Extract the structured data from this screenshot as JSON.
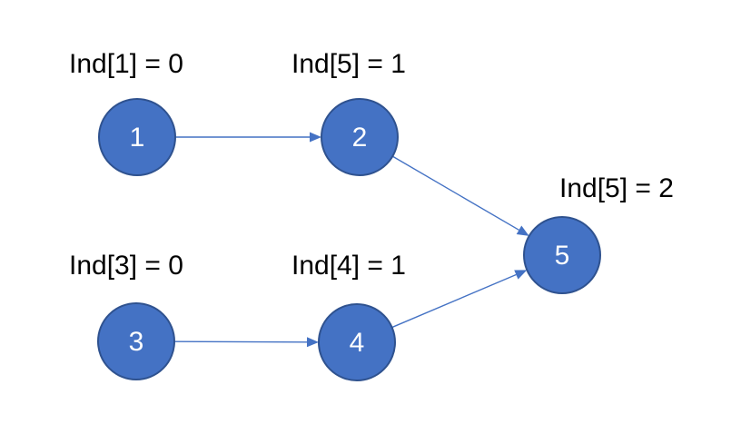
{
  "nodes": [
    {
      "id": "1",
      "label": "1",
      "indegree_label": "Ind[1] = 0"
    },
    {
      "id": "2",
      "label": "2",
      "indegree_label": "Ind[5] = 1"
    },
    {
      "id": "3",
      "label": "3",
      "indegree_label": "Ind[3] = 0"
    },
    {
      "id": "4",
      "label": "4",
      "indegree_label": "Ind[4] = 1"
    },
    {
      "id": "5",
      "label": "5",
      "indegree_label": "Ind[5] = 2"
    }
  ],
  "edges": [
    {
      "from": "1",
      "to": "2"
    },
    {
      "from": "2",
      "to": "5"
    },
    {
      "from": "3",
      "to": "4"
    },
    {
      "from": "4",
      "to": "5"
    }
  ],
  "colors": {
    "node_fill": "#4472c4",
    "node_stroke": "#2f528f",
    "edge": "#4472c4",
    "text": "#000000",
    "node_text": "#ffffff"
  }
}
